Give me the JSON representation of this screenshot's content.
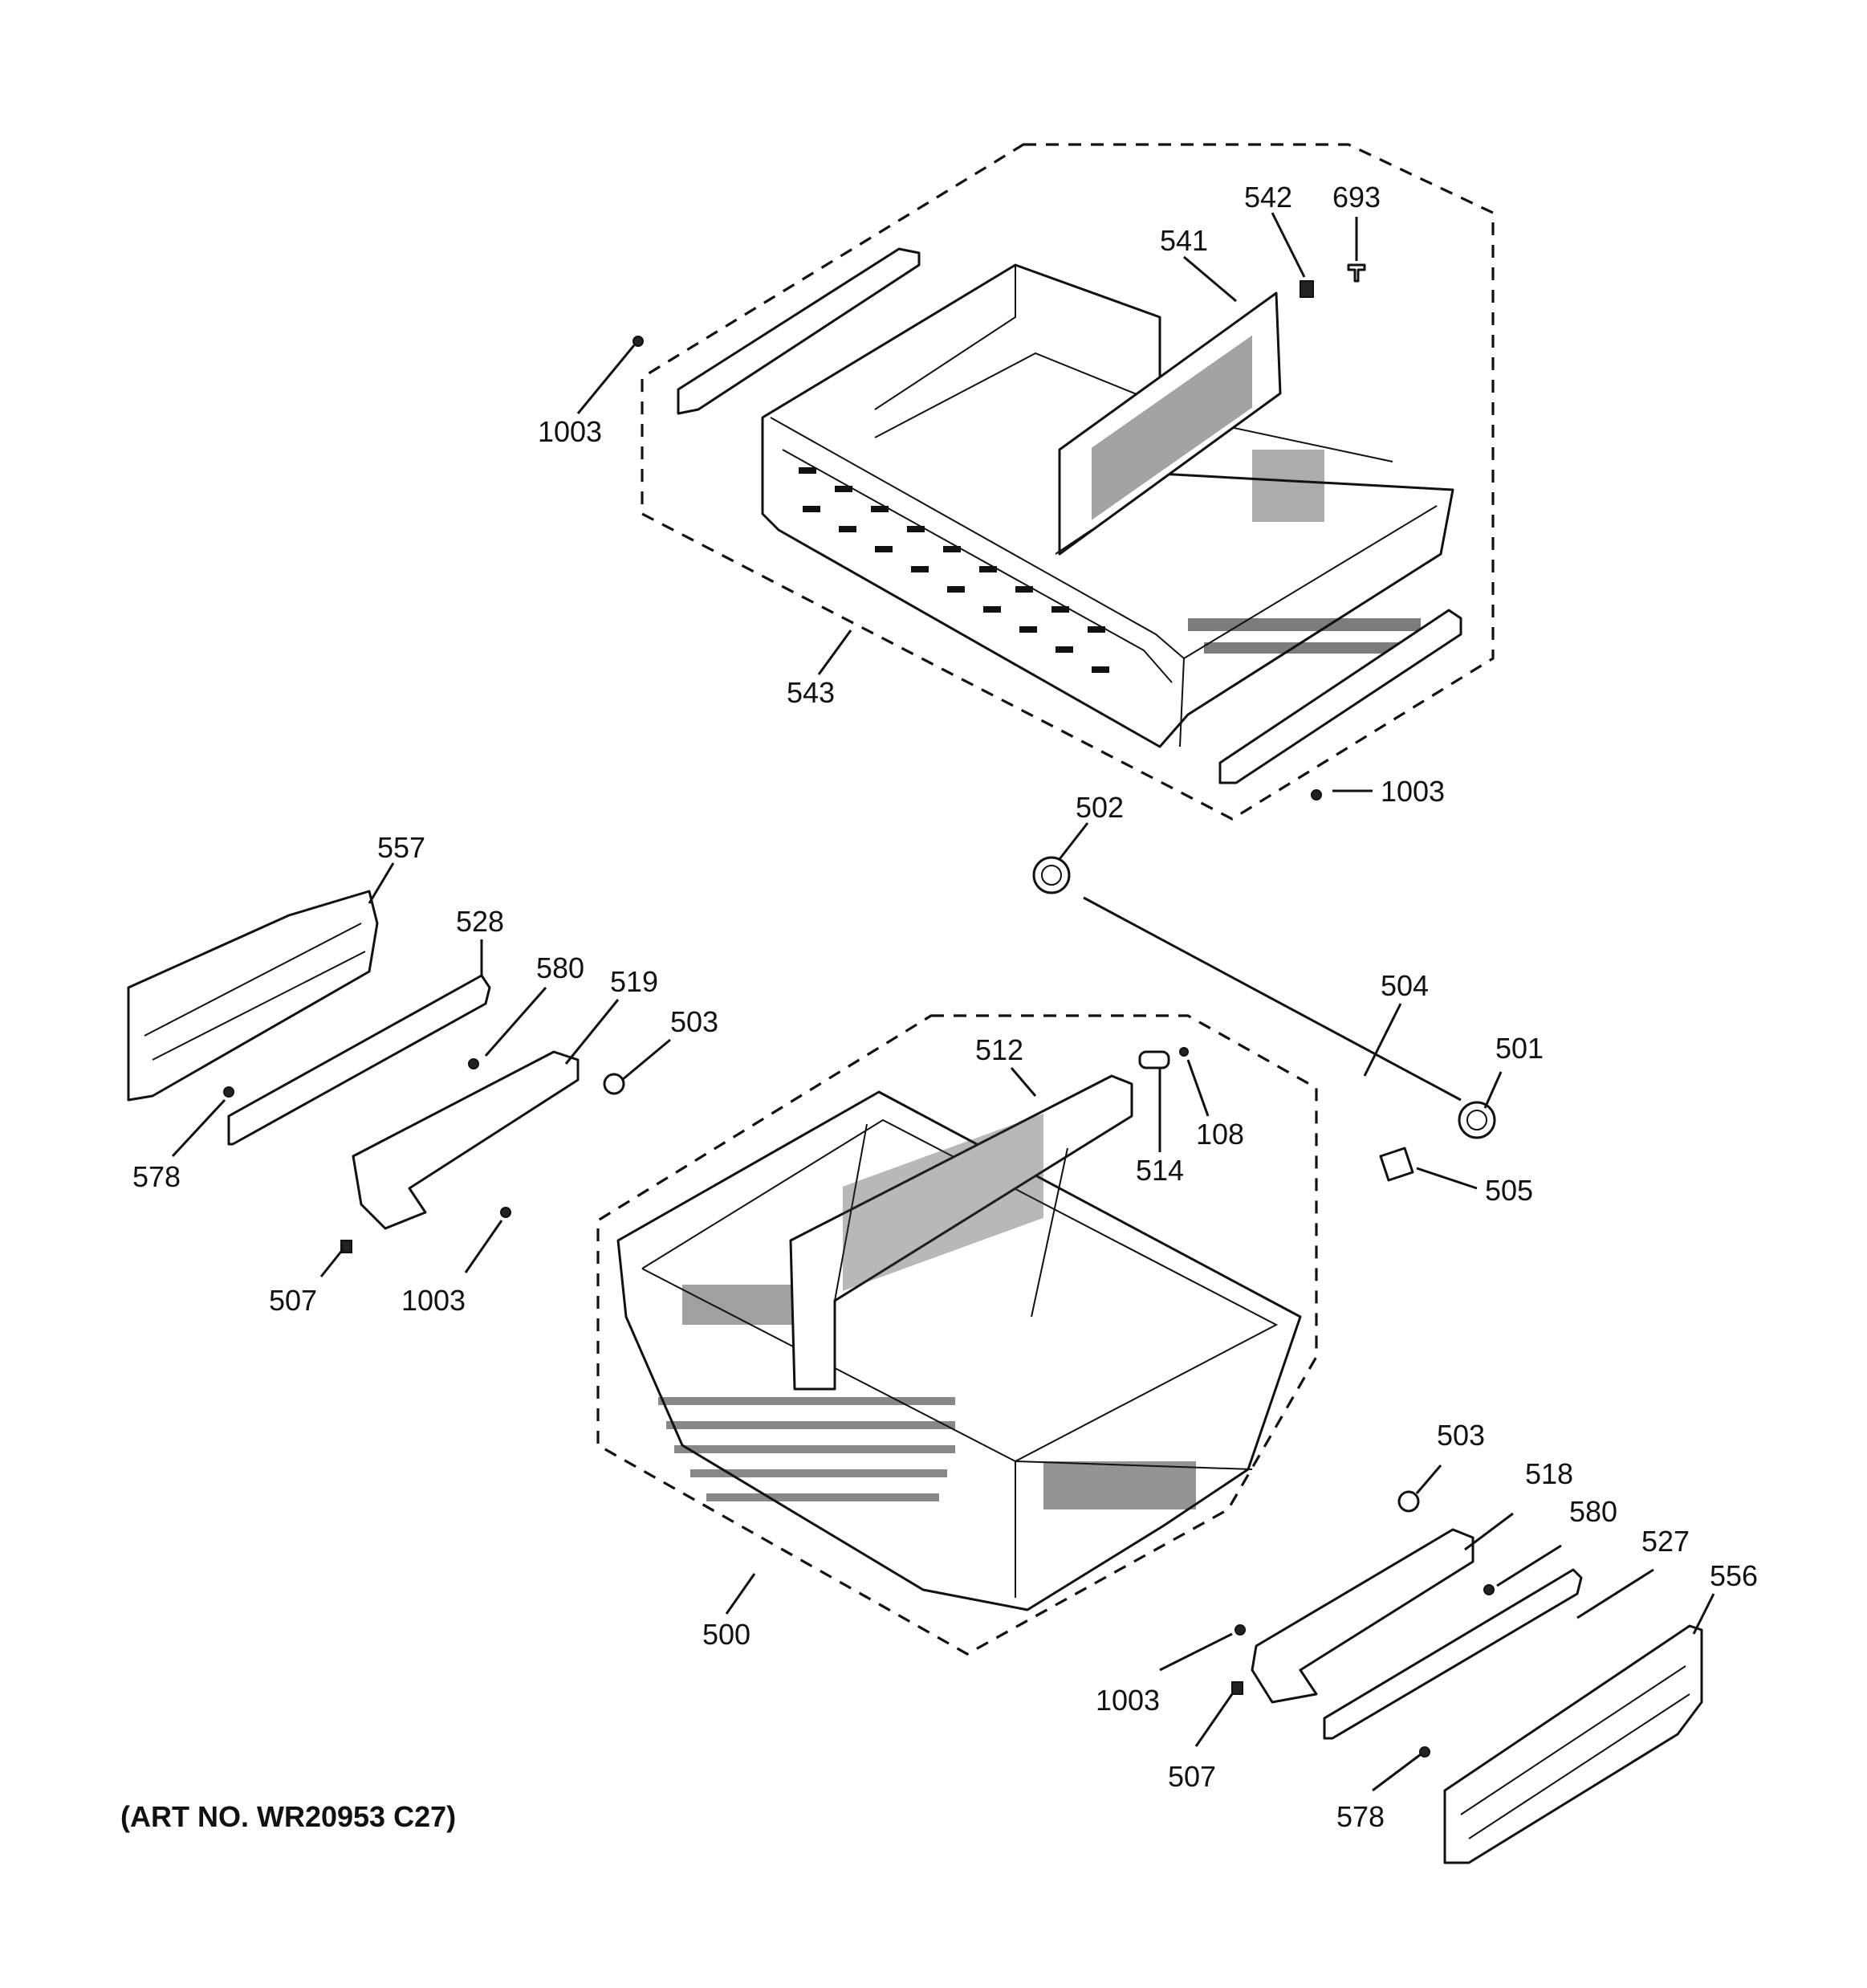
{
  "art_number": "(ART NO. WR20953 C27)",
  "callouts": {
    "c542": "542",
    "c693": "693",
    "c541": "541",
    "c1003a": "1003",
    "c543": "543",
    "c1003b": "1003",
    "c502": "502",
    "c557": "557",
    "c528": "528",
    "c580a": "580",
    "c519": "519",
    "c503a": "503",
    "c512": "512",
    "c504": "504",
    "c501": "501",
    "c514": "514",
    "c108": "108",
    "c578a": "578",
    "c505": "505",
    "c507a": "507",
    "c1003c": "1003",
    "c500": "500",
    "c503b": "503",
    "c518": "518",
    "c580b": "580",
    "c527": "527",
    "c556": "556",
    "c1003d": "1003",
    "c507b": "507",
    "c578b": "578"
  }
}
